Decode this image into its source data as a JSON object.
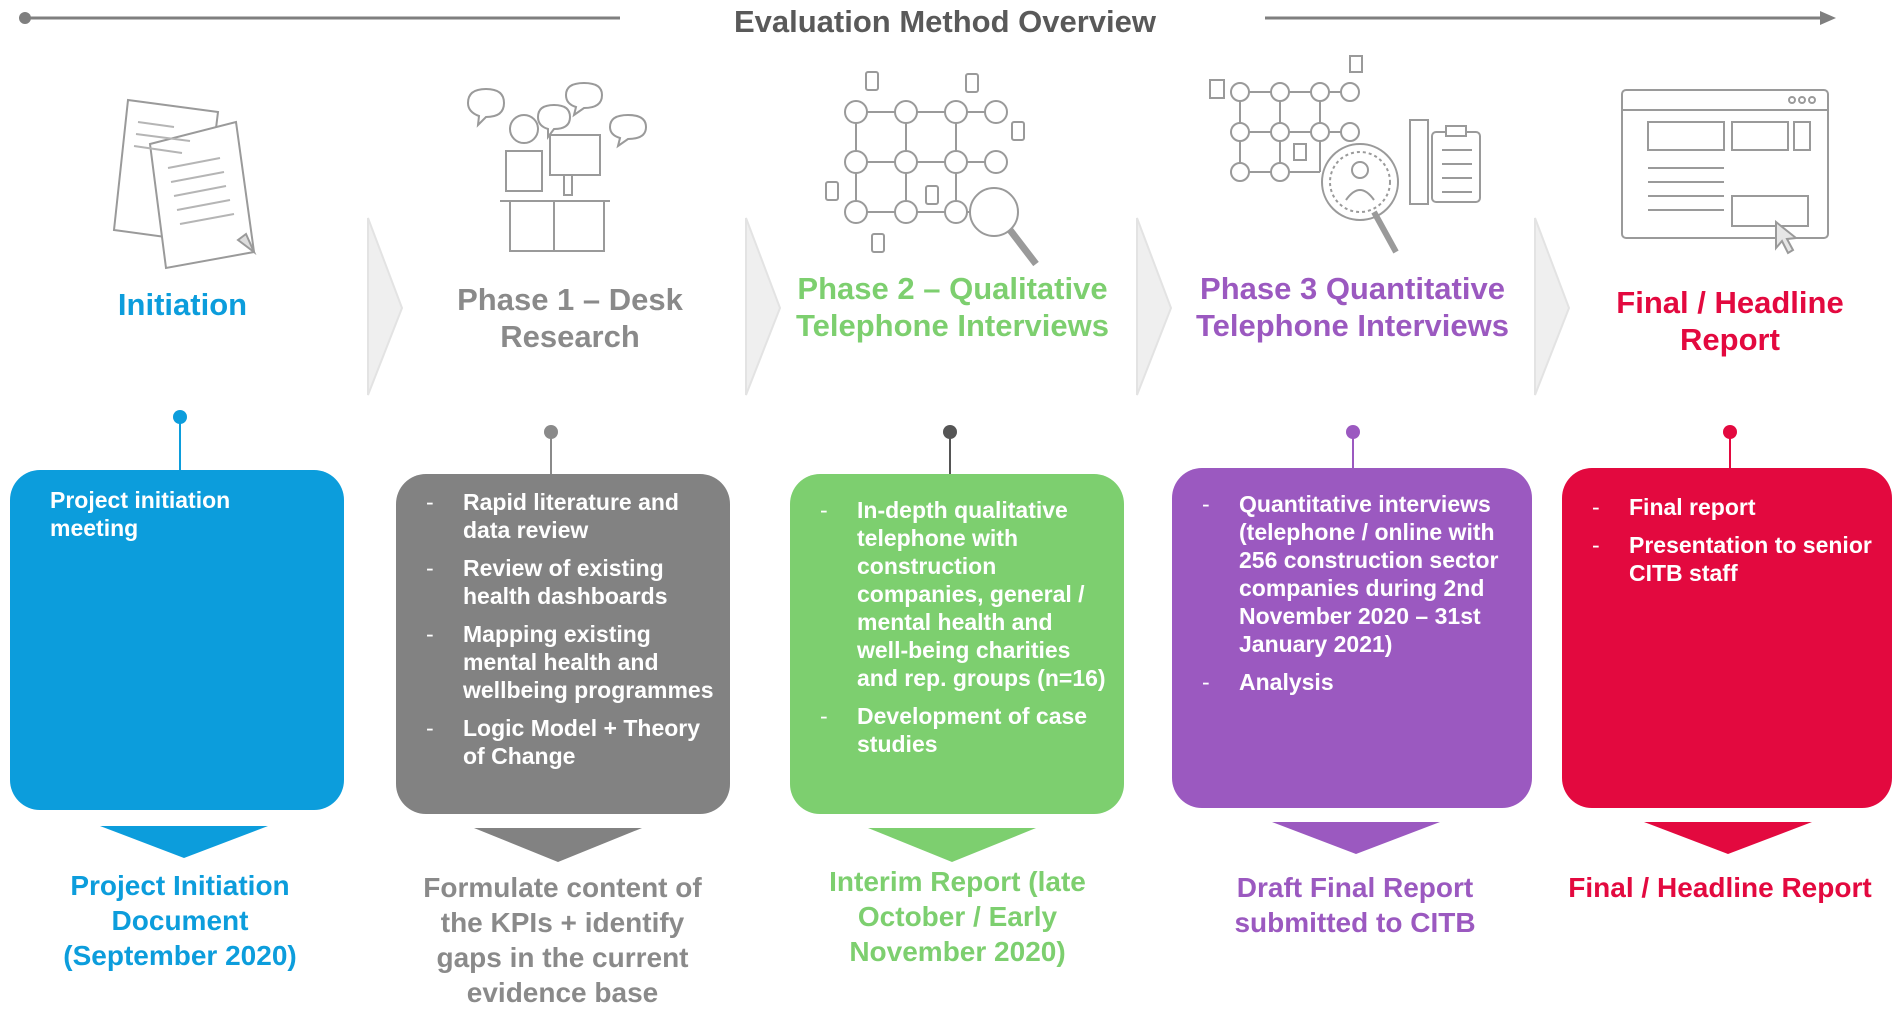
{
  "title": "Evaluation Method Overview",
  "colors": {
    "blue": "#0c9ddc",
    "grey": "#828282",
    "darkgrey": "#5f5f5f",
    "green": "#7dcf6f",
    "purple": "#9b59c0",
    "red": "#e3093f",
    "line": "#7f7f7f"
  },
  "phases": [
    {
      "icon": "documents-icon",
      "title_lines": [
        "Initiation"
      ],
      "box_intro": "Project initiation meeting",
      "items": [],
      "outcome_lines": [
        "Project Initiation",
        "Document",
        "(September 2020)"
      ]
    },
    {
      "icon": "desk-research-icon",
      "title_lines": [
        "Phase 1 – Desk",
        "Research"
      ],
      "items": [
        "Rapid literature and data review",
        "Review of existing health dashboards",
        "Mapping existing mental health and wellbeing programmes",
        "Logic Model + Theory of Change"
      ],
      "outcome_lines": [
        "Formulate content of",
        "the KPIs + identify",
        "gaps in the current",
        "evidence base"
      ]
    },
    {
      "icon": "network-search-icon",
      "title_lines": [
        "Phase 2 – Qualitative",
        "Telephone Interviews"
      ],
      "items": [
        "In-depth qualitative telephone with construction companies, general / mental health and well-being charities and  rep. groups (n=16)",
        "Development of case studies"
      ],
      "outcome_lines": [
        "Interim Report (late",
        "October / Early",
        "November 2020)"
      ]
    },
    {
      "icon": "survey-analysis-icon",
      "title_lines": [
        "Phase 3 Quantitative",
        "Telephone Interviews"
      ],
      "items": [
        "Quantitative interviews (telephone / online with 256 construction sector companies during 2nd November 2020 – 31st January 2021)",
        "Analysis"
      ],
      "outcome_lines": [
        "Draft Final Report",
        "submitted to CITB"
      ]
    },
    {
      "icon": "browser-report-icon",
      "title_lines": [
        "Final / Headline",
        "Report"
      ],
      "items": [
        "Final report",
        "Presentation to senior CITB staff"
      ],
      "outcome_lines": [
        "Final / Headline Report"
      ]
    }
  ]
}
